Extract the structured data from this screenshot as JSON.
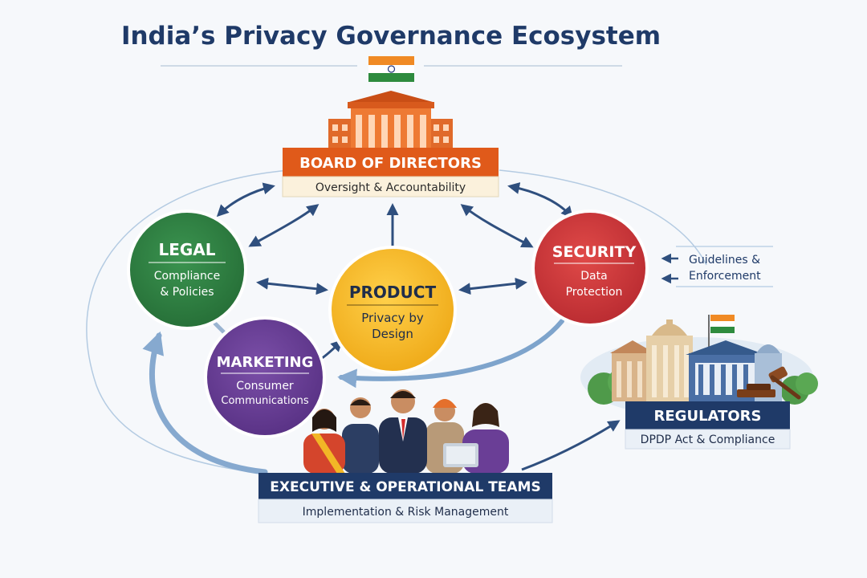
{
  "title": "India’s Privacy Governance Ecosystem",
  "board": {
    "title": "BOARD OF DIRECTORS",
    "subtitle": "Oversight & Accountability"
  },
  "legal": {
    "title": "LEGAL",
    "line1": "Compliance",
    "line2": "& Policies"
  },
  "product": {
    "title": "PRODUCT",
    "line1": "Privacy by",
    "line2": "Design"
  },
  "security": {
    "title": "SECURITY",
    "line1": "Data",
    "line2": "Protection"
  },
  "marketing": {
    "title": "MARKETING",
    "line1": "Consumer",
    "line2": "Communications"
  },
  "regulators": {
    "note_line1": "Guidelines &",
    "note_line2": "Enforcement",
    "title": "REGULATORS",
    "subtitle": "DPDP Act & Compliance"
  },
  "teams": {
    "title": "EXECUTIVE & OPERATIONAL TEAMS",
    "subtitle": "Implementation & Risk Management"
  },
  "colors": {
    "navy": "#1f3a68",
    "orange": "#e05a1a",
    "legal_green": "#2e8040",
    "product_yellow": "#f2b626",
    "security_red": "#d0383a",
    "marketing_purple": "#6a3e96",
    "saffron": "#f08a24",
    "india_green": "#2e8b3e"
  }
}
